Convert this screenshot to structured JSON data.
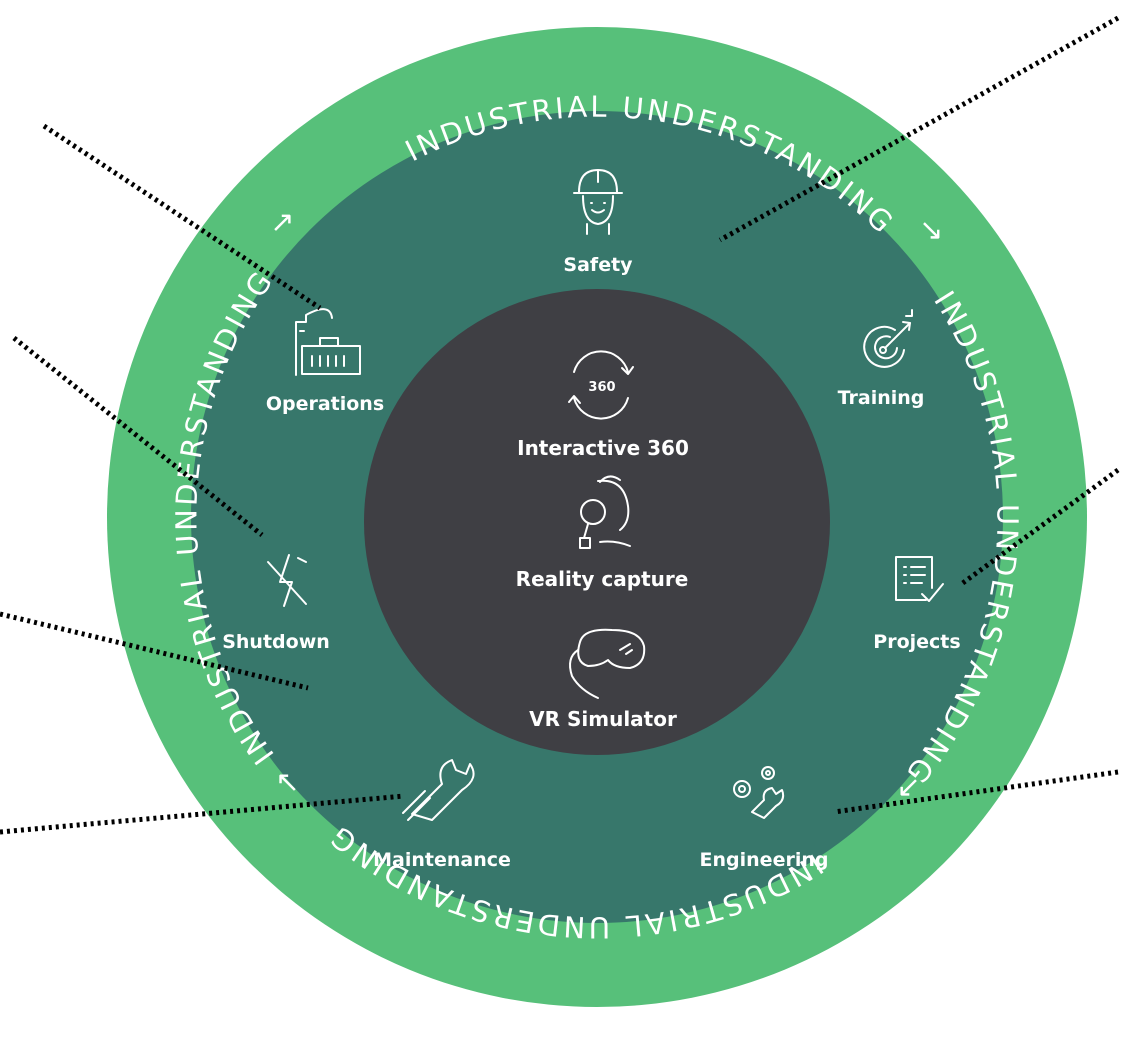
{
  "colors": {
    "outer_ring": "#57c07a",
    "middle_ring": "#37776b",
    "core": "#3f3f44",
    "text": "#ffffff",
    "connector": "#000000"
  },
  "ring": {
    "text": "INDUSTRIAL UNDERSTANDING",
    "arrow_cw": "→",
    "arrow_ccw": "←"
  },
  "segments": {
    "safety": {
      "label": "Safety",
      "icon": "worker-hardhat-icon"
    },
    "training": {
      "label": "Training",
      "icon": "target-arrow-icon"
    },
    "projects": {
      "label": "Projects",
      "icon": "checklist-icon"
    },
    "engineering": {
      "label": "Engineering",
      "icon": "gears-wrench-icon"
    },
    "maintenance": {
      "label": "Maintenance",
      "icon": "wrench-icon"
    },
    "shutdown": {
      "label": "Shutdown",
      "icon": "power-off-icon"
    },
    "operations": {
      "label": "Operations",
      "icon": "factory-icon"
    }
  },
  "core": {
    "interactive": {
      "label": "Interactive 360",
      "badge": "360",
      "icon": "rotate-360-icon"
    },
    "reality": {
      "label": "Reality capture",
      "icon": "magnifier-person-icon"
    },
    "vr": {
      "label": "VR Simulator",
      "icon": "vr-headset-icon"
    }
  }
}
